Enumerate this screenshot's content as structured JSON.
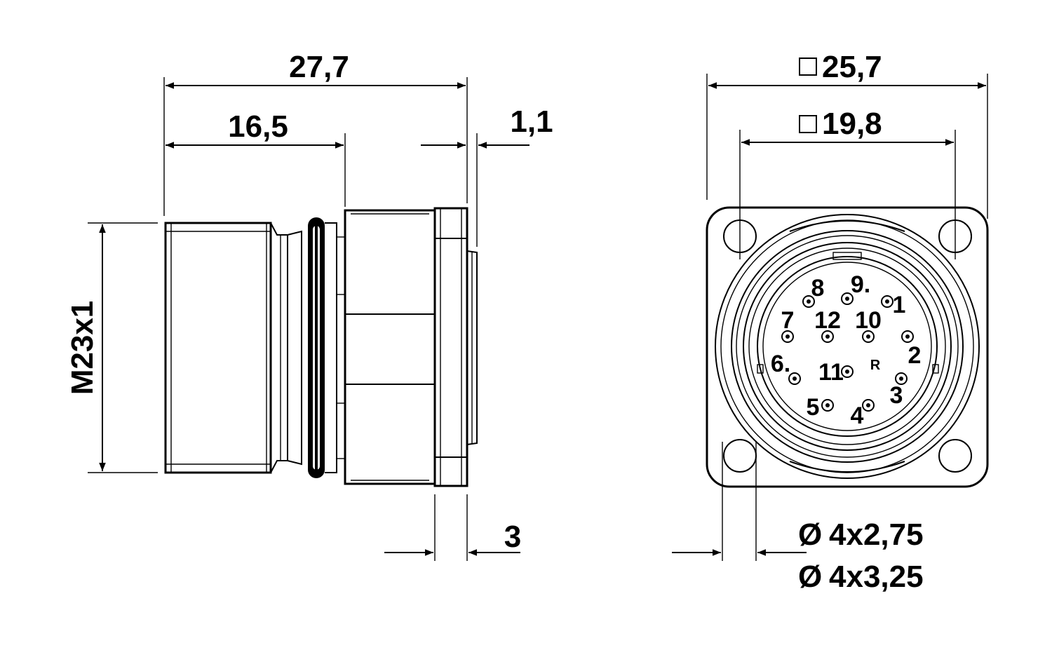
{
  "dimensions": {
    "overall_length": "27,7",
    "thread_length": "16,5",
    "flange_gap": "1,1",
    "flange_thickness": "3",
    "thread": "M23x1",
    "outer_square": "25,7",
    "hole_pitch_square": "19,8",
    "hole_dia_1": "4x2,75",
    "hole_dia_2": "4x3,25"
  },
  "symbols": {
    "diameter": "Ø"
  },
  "pins": {
    "p1": "1",
    "p2": "2",
    "p3": "3",
    "p4": "4",
    "p5": "5",
    "p6": "6.",
    "p7": "7",
    "p8": "8",
    "p9": "9.",
    "p10": "10",
    "p11": "11",
    "p12": "12",
    "coding": "R"
  }
}
